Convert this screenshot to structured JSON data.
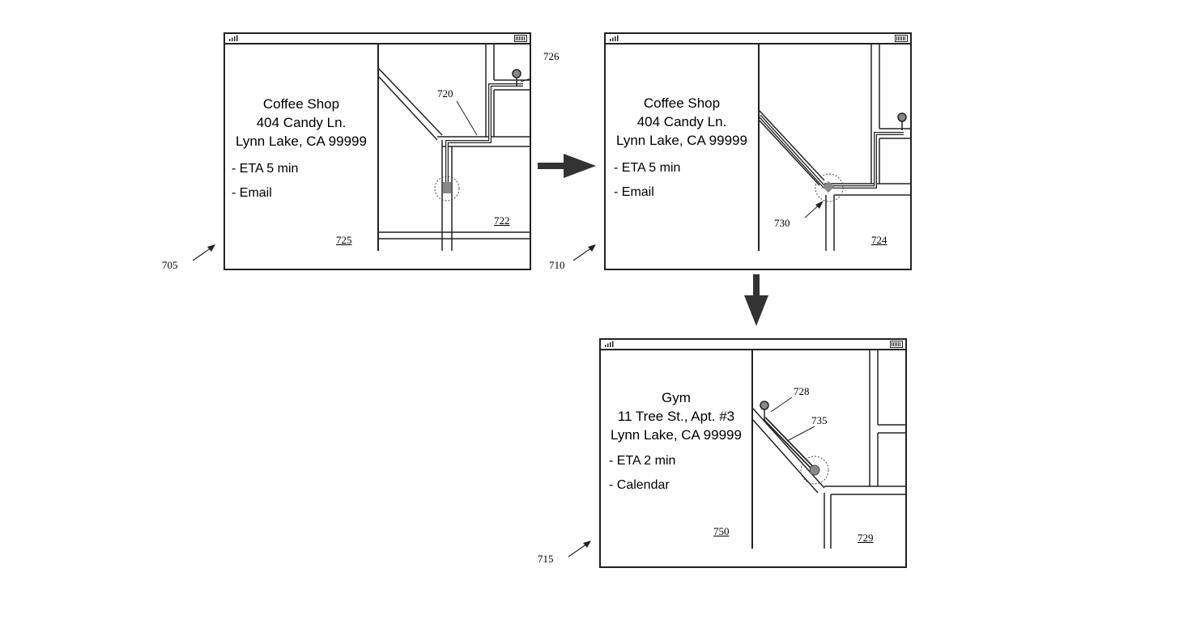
{
  "screens": [
    {
      "id": "705",
      "ref_label": "705",
      "place_name": "Coffee Shop",
      "address_line1": "404 Candy Ln.",
      "address_line2": "Lynn Lake, CA 99999",
      "details": [
        "- ETA 5 min",
        "- Email"
      ],
      "info_ref": "725",
      "map_ref": "722",
      "route_ref": "720",
      "pin_ref": "726"
    },
    {
      "id": "710",
      "ref_label": "710",
      "place_name": "Coffee Shop",
      "address_line1": "404 Candy Ln.",
      "address_line2": "Lynn Lake, CA 99999",
      "details": [
        "- ETA 5 min",
        "- Email"
      ],
      "info_ref": "",
      "map_ref": "724",
      "location_ref": "730"
    },
    {
      "id": "715",
      "ref_label": "715",
      "place_name": "Gym",
      "address_line1": "11 Tree St., Apt. #3",
      "address_line2": "Lynn Lake, CA 99999",
      "details": [
        "- ETA 2 min",
        "- Calendar"
      ],
      "info_ref": "750",
      "map_ref": "729",
      "pin_ref": "728",
      "route_ref": "735"
    }
  ],
  "icons": [
    "signal-icon",
    "battery-icon",
    "location-pin-icon",
    "current-location-icon",
    "arrow-right-icon",
    "arrow-down-icon"
  ]
}
